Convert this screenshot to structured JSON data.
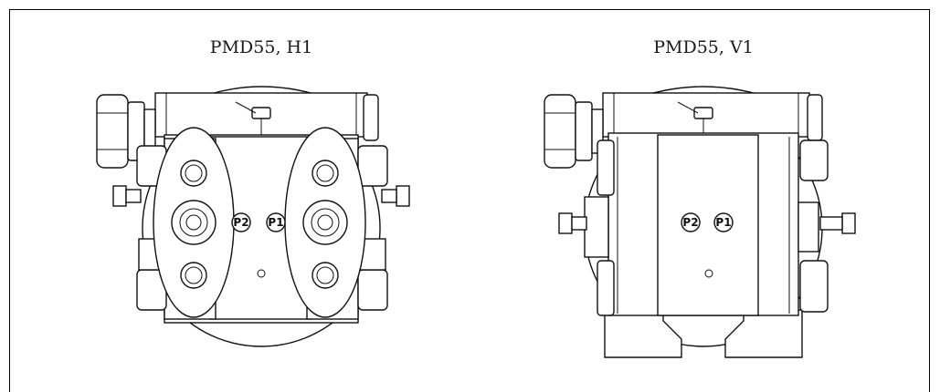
{
  "figure": {
    "left_caption": "PMD55, H1",
    "right_caption": "PMD55, V1",
    "ports": {
      "p1": "P1",
      "p2": "P2"
    }
  }
}
